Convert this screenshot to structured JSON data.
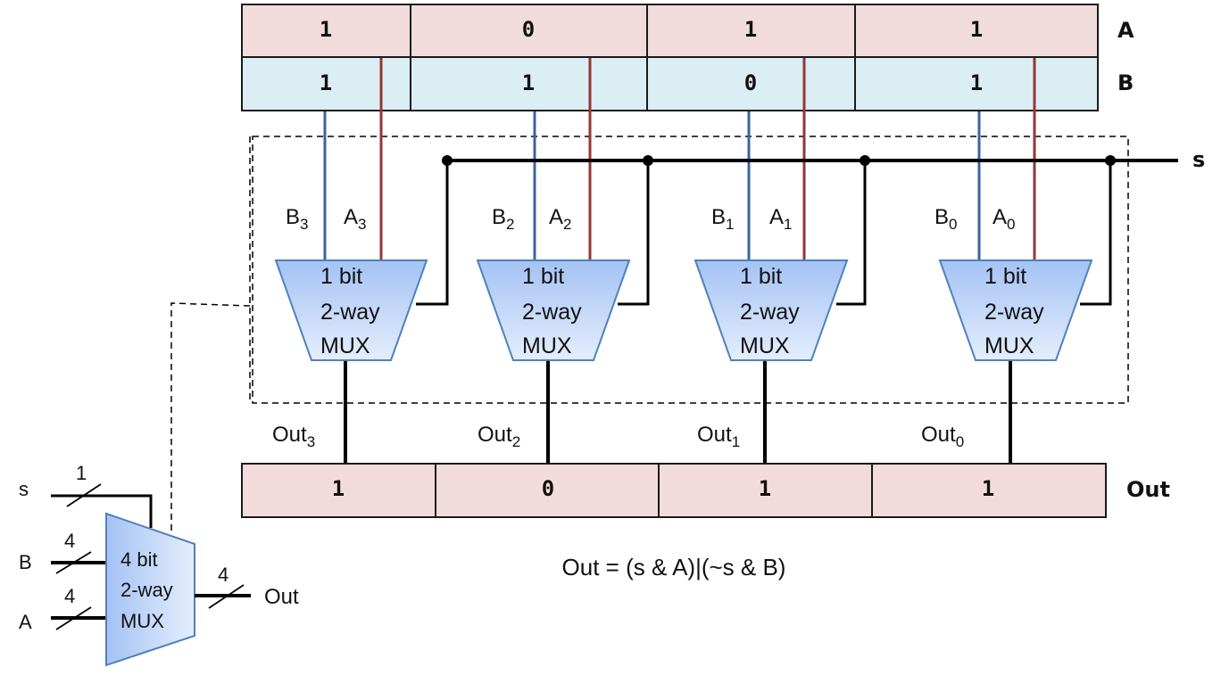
{
  "registers": {
    "A": {
      "label": "A",
      "bits": [
        "1",
        "0",
        "1",
        "1"
      ]
    },
    "B": {
      "label": "B",
      "bits": [
        "1",
        "1",
        "0",
        "1"
      ]
    },
    "Out": {
      "label": "Out",
      "bits": [
        "1",
        "0",
        "1",
        "1"
      ]
    }
  },
  "select_signal": {
    "label": "s"
  },
  "muxes": [
    {
      "b_label": "B",
      "a_label": "A",
      "index": "3",
      "out_label": "Out",
      "line1": "1 bit",
      "line2": "2-way",
      "line3": "MUX"
    },
    {
      "b_label": "B",
      "a_label": "A",
      "index": "2",
      "out_label": "Out",
      "line1": "1 bit",
      "line2": "2-way",
      "line3": "MUX"
    },
    {
      "b_label": "B",
      "a_label": "A",
      "index": "1",
      "out_label": "Out",
      "line1": "1 bit",
      "line2": "2-way",
      "line3": "MUX"
    },
    {
      "b_label": "B",
      "a_label": "A",
      "index": "0",
      "out_label": "Out",
      "line1": "1 bit",
      "line2": "2-way",
      "line3": "MUX"
    }
  ],
  "formula": "Out = (s & A)|(~s & B)",
  "summary_mux": {
    "line1": "4 bit",
    "line2": "2-way",
    "line3": "MUX",
    "inputs": [
      {
        "label": "s",
        "width": "1"
      },
      {
        "label": "B",
        "width": "4"
      },
      {
        "label": "A",
        "width": "4"
      }
    ],
    "output": {
      "label": "Out",
      "width": "4"
    }
  },
  "colors": {
    "register_a_fill": "#f2dcdb",
    "register_b_fill": "#dbeef3",
    "wire_a": "#943634",
    "wire_b": "#3b6499",
    "mux_stroke": "#4f81bd"
  }
}
